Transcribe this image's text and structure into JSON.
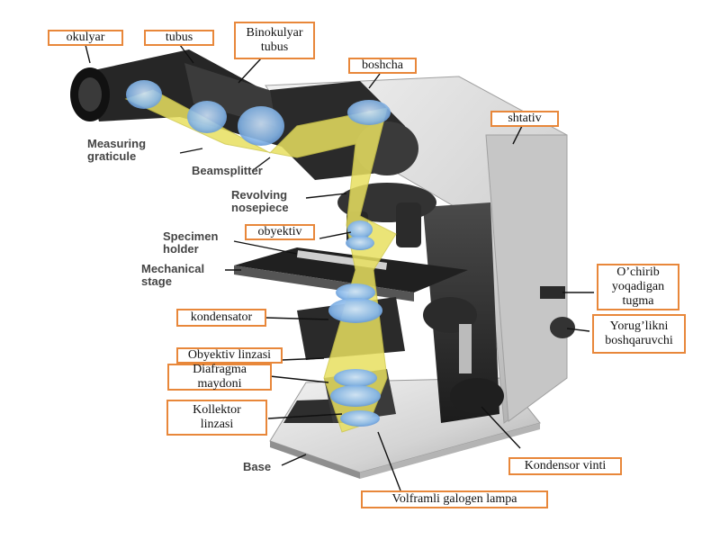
{
  "colors": {
    "label_border": "#e8873a",
    "beam": "#e8e060",
    "lens": "#7fb2e6",
    "body": "#d8d8d8",
    "dark": "#2a2a2a"
  },
  "labels": {
    "okulyar": "okulyar",
    "tubus": "tubus",
    "binokulyar_l1": "Binokulyar",
    "binokulyar_l2": "tubus",
    "boshcha": "boshcha",
    "shtativ": "shtativ",
    "obyektiv": "obyektiv",
    "kondensator": "kondensator",
    "obyektiv_linzasi": "Obyektiv linzasi",
    "diafragma_l1": "Diafragma",
    "diafragma_l2": "maydoni",
    "kollektor_l1": "Kollektor",
    "kollektor_l2": "linzasi",
    "ochirib_l1": "O’chirib",
    "ochirib_l2": "yoqadigan",
    "ochirib_l3": "tugma",
    "yorug_l1": "Yorug’likni",
    "yorug_l2": "boshqaruvchi",
    "kondensor_vinti": "Kondensor vinti",
    "lampa": "Volframli galogen lampa"
  },
  "printed": {
    "measuring_l1": "Measuring",
    "measuring_l2": "graticule",
    "beamsplitter": "Beamsplitter",
    "revolving_l1": "Revolving",
    "revolving_l2": "nosepiece",
    "specimen_l1": "Specimen",
    "specimen_l2": "holder",
    "mechanical_l1": "Mechanical",
    "mechanical_l2": "stage",
    "base": "Base"
  }
}
